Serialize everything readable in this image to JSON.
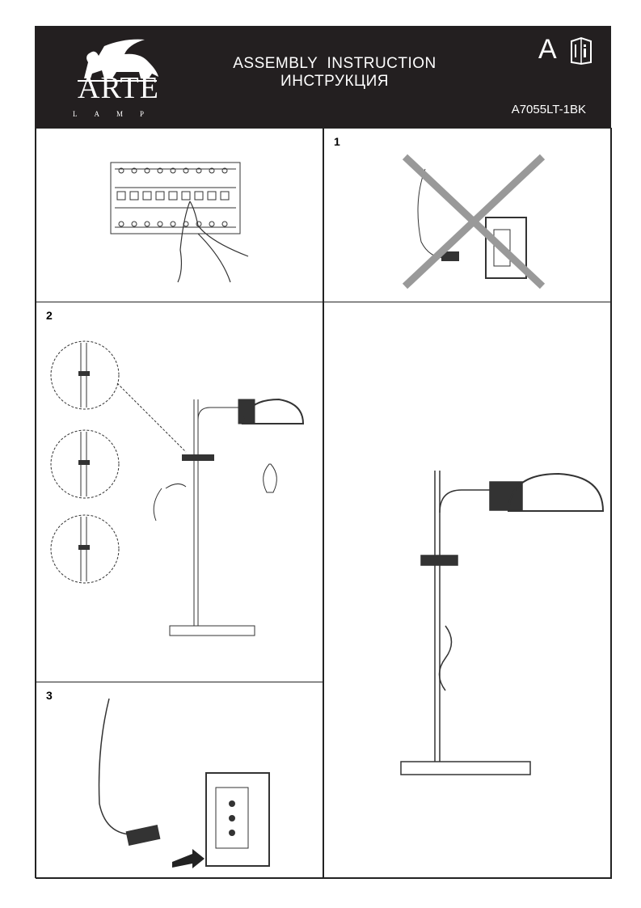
{
  "header": {
    "brand": "ARTE",
    "brand_sub": "LAMP",
    "title_en": "ASSEMBLY  INSTRUCTION",
    "title_ru": "ИНСТРУКЦИЯ",
    "category_letter": "A",
    "model": "A7055LT-1BK"
  },
  "steps": [
    {
      "number": "1"
    },
    {
      "number": "2"
    },
    {
      "number": "3"
    }
  ]
}
